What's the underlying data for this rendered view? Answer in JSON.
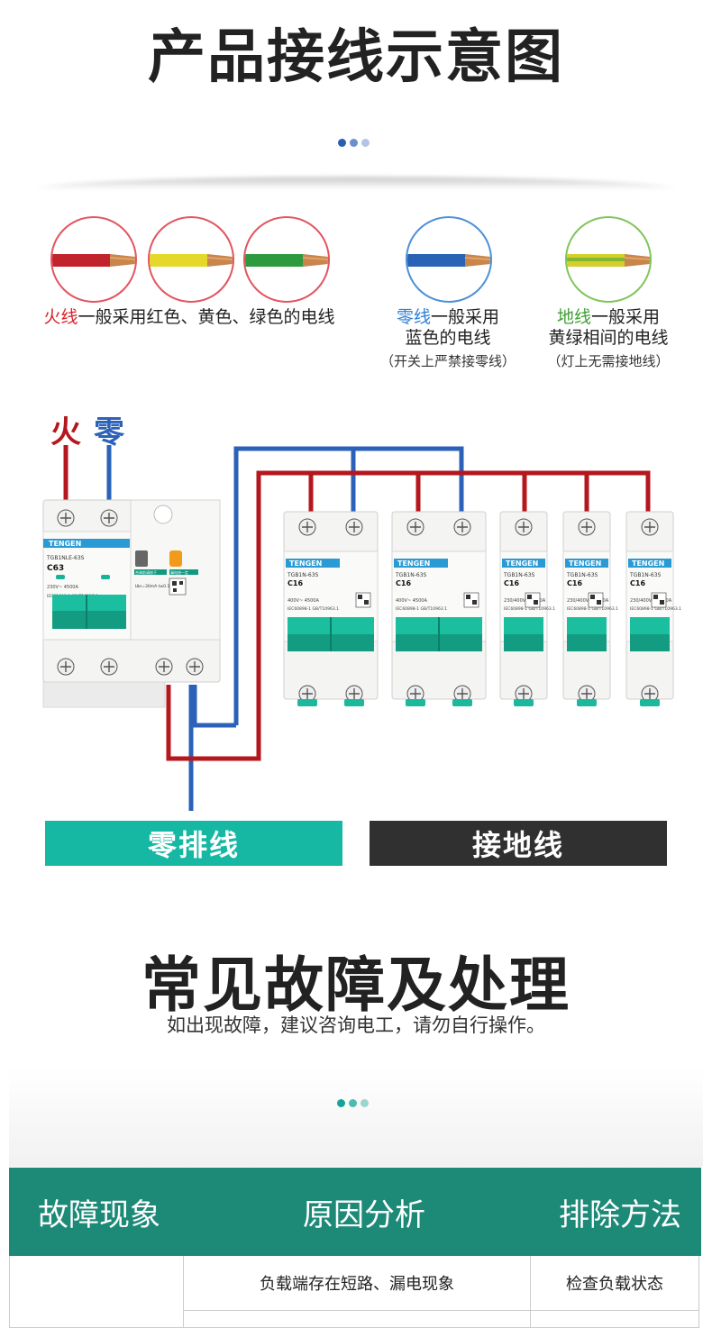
{
  "section1": {
    "title": "产品接线示意图",
    "dot_colors": [
      "#2a5fb0",
      "#6d8fce",
      "#b3c4e6"
    ]
  },
  "wires": {
    "live": {
      "colors": [
        "#c2242e",
        "#e5d82a",
        "#2d9a3f"
      ],
      "caption_highlight": "火线",
      "caption_rest": "一般采用红色、黄色、绿色的电线",
      "highlight_color": "#d8232a"
    },
    "neutral": {
      "color": "#2a63b5",
      "caption_highlight": "零线",
      "caption_line1_rest": "一般采用",
      "caption_line2": "蓝色的电线",
      "note": "（开关上严禁接零线）",
      "highlight_color": "#2d7fd6"
    },
    "earth": {
      "color": "#d5cf2b",
      "caption_highlight": "地线",
      "caption_line1_rest": "一般采用",
      "caption_line2": "黄绿相间的电线",
      "note": "（灯上无需接地线）",
      "highlight_color": "#3fa135"
    }
  },
  "diagram": {
    "label_live": "火",
    "label_neutral": "零",
    "live_color": "#b5171e",
    "neutral_color": "#2b62b8",
    "main_breaker": {
      "brand": "TENGEN",
      "model": "TGB1NLE-63S",
      "rating": "C63",
      "spec": "230V~ 4500A",
      "standard": "IEC61009-1 GB/T16917.1",
      "leak": "IΔn=30mA t≤0.1s",
      "warn1": "合闸前请按下",
      "warn2": "漏电按一定"
    },
    "double_breakers": [
      {
        "brand": "TENGEN",
        "model": "TGB1N-63S",
        "rating": "C16",
        "spec": "400V~ 4500A",
        "standard": "IEC60898-1 GB/T10963.1"
      },
      {
        "brand": "TENGEN",
        "model": "TGB1N-63S",
        "rating": "C16",
        "spec": "400V~ 4500A",
        "standard": "IEC60898-1 GB/T10963.1"
      }
    ],
    "single_breakers": [
      {
        "brand": "TENGEN",
        "model": "TGB1N-63S",
        "rating": "C16",
        "spec": "230/400V~ 4500A",
        "standard": "IEC60898-1 GB/T10963.1"
      },
      {
        "brand": "TENGEN",
        "model": "TGB1N-63S",
        "rating": "C16",
        "spec": "230/400V~ 4500A",
        "standard": "IEC60898-1 GB/T10963.1"
      },
      {
        "brand": "TENGEN",
        "model": "TGB1N-63S",
        "rating": "C16",
        "spec": "230/400V~ 4500A",
        "standard": "IEC60898-1 GB/T10963.1"
      }
    ],
    "bar_neutral": "零排线",
    "bar_neutral_color": "#16b8a4",
    "bar_earth": "接地线",
    "bar_earth_color": "#303030"
  },
  "section2": {
    "title": "常见故障及处理",
    "subtitle": "如出现故障，建议咨询电工，请勿自行操作。",
    "dot_colors": [
      "#14a596",
      "#4cbcb0",
      "#9ad5cf"
    ]
  },
  "table": {
    "headers": [
      "故障现象",
      "原因分析",
      "排除方法"
    ],
    "rows": [
      {
        "phenomenon": "",
        "cause": "负载端存在短路、漏电现象",
        "solution": "检查负载状态"
      }
    ],
    "header_color": "#1d8a78"
  }
}
